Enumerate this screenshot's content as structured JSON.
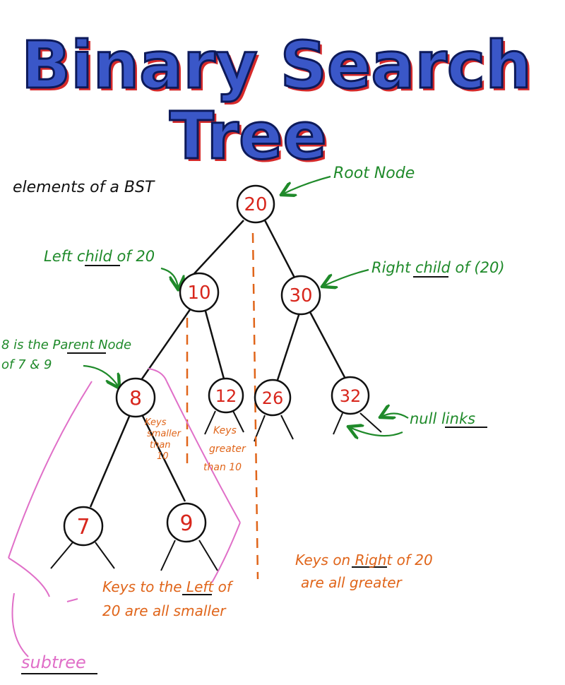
{
  "title": {
    "line1": "Binary Search",
    "line2": "Tree"
  },
  "subtitle": "elements of a BST",
  "colors": {
    "title_fill": "#2f4db8",
    "title_outline": "#0d1a5a",
    "title_shadow": "#d62a2a",
    "node_text": "#d8261c",
    "edge": "#111111",
    "green_note": "#1f8a2a",
    "orange_note": "#e0651a",
    "pink_note": "#e06fc8"
  },
  "nodes": {
    "n20": "20",
    "n10": "10",
    "n30": "30",
    "n8": "8",
    "n12": "12",
    "n26": "26",
    "n32": "32",
    "n7": "7",
    "n9": "9"
  },
  "annotations": {
    "root_node": "Root Node",
    "left_child": "Left child of 20",
    "right_child": "Right child of (20)",
    "parent_node": "8 is the Parent Node of 7 & 9",
    "parent_line1": "8 is the Parent Node",
    "parent_line2": "of 7 & 9",
    "null_links": "null links",
    "keys_smaller_10": [
      "Keys",
      "smaller",
      "than",
      "10"
    ],
    "keys_greater_10": [
      "Keys",
      "greater",
      "than 10"
    ],
    "keys_right_20": [
      "Keys on Right of 20",
      "are all greater"
    ],
    "keys_left_20": [
      "Keys to the Left of",
      "20 are all smaller"
    ],
    "subtree": "subtree"
  }
}
